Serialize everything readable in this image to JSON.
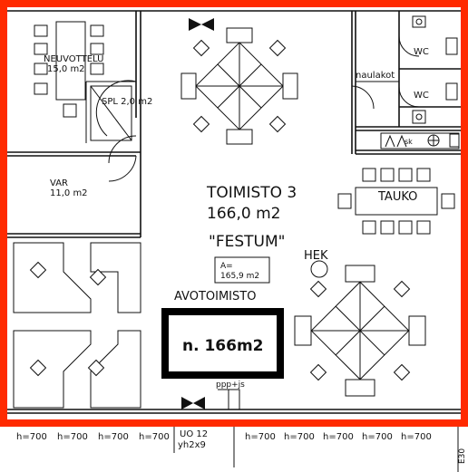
{
  "colors": {
    "frame": "#ff2a00",
    "lines": "#111111",
    "background": "#ffffff"
  },
  "rooms": {
    "neuvottelu": {
      "name": "NEUVOTTELU",
      "area": "15,0 m2"
    },
    "spl": {
      "label": "SPL 2,0 m2"
    },
    "var": {
      "name": "VAR",
      "area": "11,0 m2"
    },
    "wc_top": {
      "label": "WC"
    },
    "wc_bottom": {
      "label": "WC"
    },
    "naulakot": {
      "label": "naulakot"
    },
    "siivous": {
      "label": "sk"
    },
    "toimisto": {
      "name": "TOIMISTO 3",
      "area": "166,0 m2",
      "nickname": "\"FESTUM\""
    },
    "tauko": {
      "label": "TAUKO"
    },
    "hek": {
      "label": "HEK"
    },
    "area_box": {
      "line1": "A=",
      "line2": "165,9 m2"
    },
    "avotoimisto": {
      "label": "AVOTOIMISTO"
    },
    "highlight": {
      "label": "n. 166m2"
    },
    "ppp": {
      "label": "ppp+js"
    }
  },
  "below": {
    "left_heights": [
      "h=700",
      "h=700",
      "h=700",
      "h=700"
    ],
    "center_top": "UO 12",
    "center_bottom": "yh2x9",
    "right_heights": [
      "h=700",
      "h=700",
      "h=700",
      "h=700",
      "h=700"
    ],
    "edge_label": "E30"
  }
}
